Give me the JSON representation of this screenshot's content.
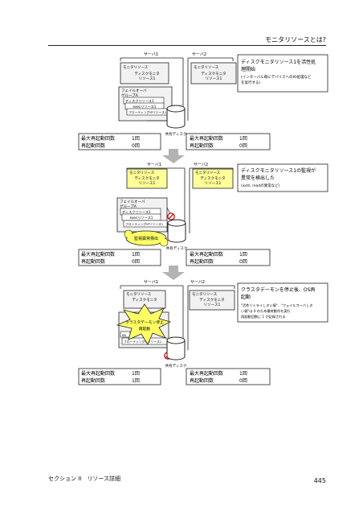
{
  "header": {
    "title": "モニタリソースとは?"
  },
  "footer": {
    "section": "セクション II　リソース詳細",
    "page": "445"
  },
  "diagram": {
    "server1": "サーバ1",
    "server2": "サーバ2",
    "monitor_resource": "モニタリソース",
    "disk_monitor": "ディスクモニタ",
    "resource1": "リソース1",
    "failover_group": "フェイルオーバ",
    "group_a": "グループA",
    "disk_resource1": "ディスクリソース1",
    "exec_resource1": "execリソース1",
    "floating_ip_resource1": "フローティングIPリソース1",
    "shared_disk": "共有ディスク",
    "max_reactivation": "最大再起動回数",
    "reactivation_count": "再起動回数",
    "one_time": "1回",
    "zero_time": "0回",
    "step1_line1": "ディスクモニタリソース1を活性処",
    "step1_line2": "理開始",
    "step1_line3": "(インターバル毎にデバイスへのIO処理など",
    "step1_line4": "を実行する)",
    "step2_line1": "ディスクモニタリソース1の監視が",
    "step2_line2": "異常を検出した",
    "step2_line3": "(ioctl, readの異常など)",
    "monitor_error": "監視異常検出",
    "step3_line1": "クラスタデーモンを停止後、OS再",
    "step3_line2": "起動",
    "step3_line3": "\"活性リトライしきい値\"、\"フェイルオーバしき",
    "step3_line4": "い値\"は 0 のため最終動作を実行",
    "step3_line5": "再起動回数に 1 が記録される",
    "cluster_daemon_stop1": "クラスタデーモン停止",
    "cluster_daemon_stop2": "再起動",
    "colors": {
      "highlight": "#ffff99",
      "box": "#f2f2f2",
      "error": "#cc0000",
      "arrow": "#b3b3b3",
      "burst": "#ffff66"
    }
  }
}
